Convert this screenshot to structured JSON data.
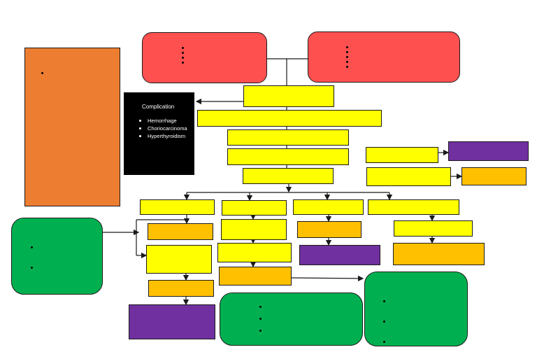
{
  "complication_box": {
    "title": "Complication",
    "items": [
      "Hemorrhage",
      "Choriocarcinoma",
      "Hyperthyroidism"
    ]
  },
  "colors": {
    "yellow": "#ffff00",
    "orange": "#ffc000",
    "purple": "#7030a0",
    "red": "#ff5050",
    "green": "#00b050",
    "dark_orange": "#ed7d31",
    "black": "#000000"
  }
}
